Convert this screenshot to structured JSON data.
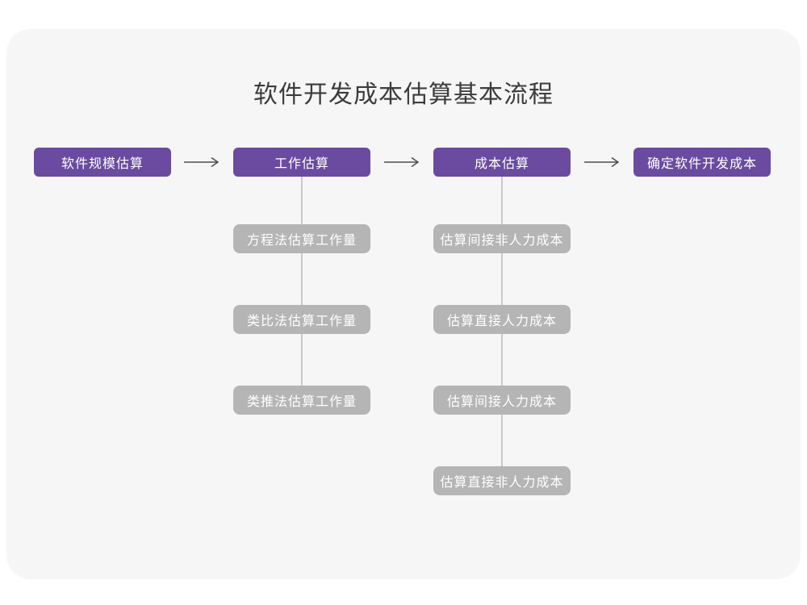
{
  "title": "软件开发成本估算基本流程",
  "colors": {
    "page_bg": "#ffffff",
    "card_bg": "#f6f6f7",
    "main_node": "#6a4b9f",
    "sub_node": "#b5b5b5",
    "node_text": "#ffffff",
    "title_text": "#3c3c3c",
    "arrow": "#4d4d4d",
    "connector": "#c9c9c9"
  },
  "flow": {
    "main_steps": [
      "软件规模估算",
      "工作估算",
      "成本估算",
      "确定软件开发成本"
    ],
    "work_estimation_methods": [
      "方程法估算工作量",
      "类比法估算工作量",
      "类推法估算工作量"
    ],
    "cost_estimation_steps": [
      "估算间接非人力成本",
      "估算直接人力成本",
      "估算间接人力成本",
      "估算直接非人力成本"
    ]
  }
}
